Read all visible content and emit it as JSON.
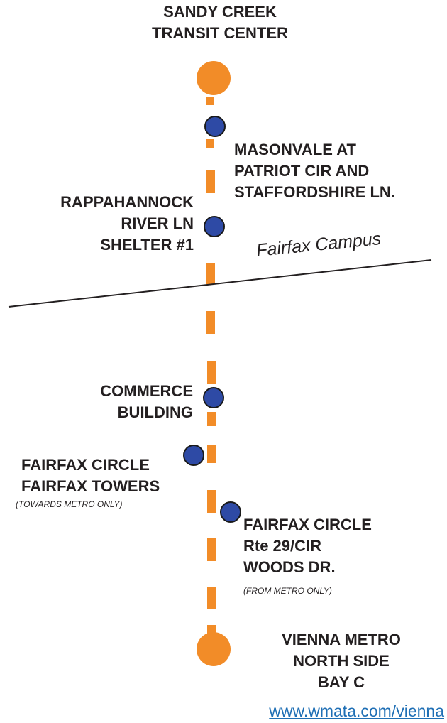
{
  "colors": {
    "route": "#f28c28",
    "stop": "#2e4aa5",
    "stop_outline": "#1a1a1a",
    "text": "#231f20",
    "link": "#1f6fb5"
  },
  "terminals": {
    "north": {
      "lines": [
        "SANDY CREEK",
        "TRANSIT CENTER"
      ]
    },
    "south": {
      "lines": [
        "VIENNA METRO",
        "NORTH SIDE",
        "BAY C"
      ]
    }
  },
  "stops": [
    {
      "lines": [
        "MASONVALE AT",
        "PATRIOT CIR AND",
        "STAFFORDSHIRE LN."
      ]
    },
    {
      "lines": [
        "RAPPAHANNOCK",
        "RIVER LN",
        "SHELTER #1"
      ]
    },
    {
      "lines": [
        "COMMERCE",
        "BUILDING"
      ]
    },
    {
      "lines": [
        "FAIRFAX CIRCLE",
        "FAIRFAX TOWERS"
      ],
      "note": "(TOWARDS METRO ONLY)"
    },
    {
      "lines": [
        "FAIRFAX CIRCLE",
        "Rte 29/CIR",
        "WOODS DR."
      ],
      "note": "(FROM METRO ONLY)"
    }
  ],
  "boundary": {
    "label": "Fairfax Campus"
  },
  "footer": {
    "link_text": "www.wmata.com/vienna"
  }
}
